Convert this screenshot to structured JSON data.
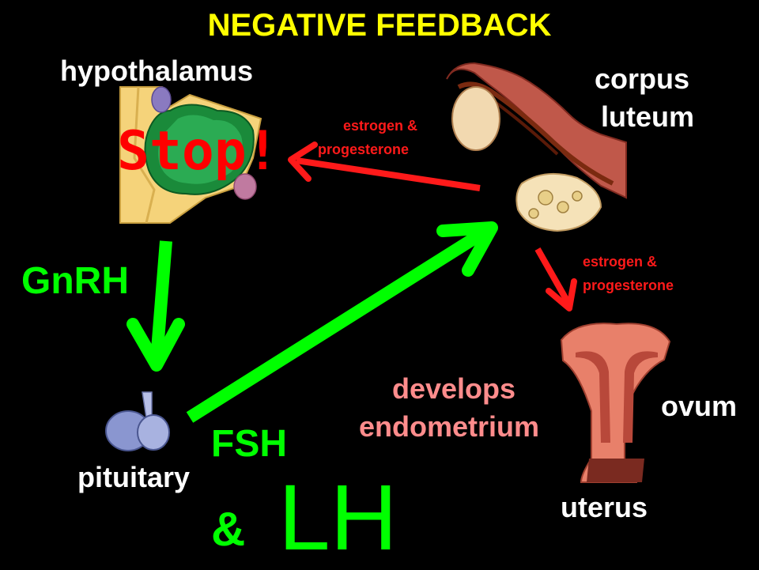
{
  "title": "NEGATIVE FEEDBACK",
  "labels": {
    "hypothalamus": "hypothalamus",
    "corpus_luteum_line1": "corpus",
    "corpus_luteum_line2": "luteum",
    "hormone_feedback_line1": "estrogen &",
    "hormone_feedback_line2": "progesterone",
    "hormone_uterus_line1": "estrogen &",
    "hormone_uterus_line2": "progesterone",
    "gnrh": "GnRH",
    "develops_line1": "develops",
    "develops_line2": "endometrium",
    "ovum": "ovum",
    "fsh": "FSH",
    "pituitary": "pituitary",
    "uterus": "uterus",
    "ampersand": "&",
    "lh": "LH",
    "stop": "Stop!"
  },
  "colors": {
    "background": "#000000",
    "title": "#ffff00",
    "label": "#ffffff",
    "hormone_green": "#00ff00",
    "hormone_red": "#ff1a1a",
    "develops_pink": "#ff8c8c",
    "stop_red": "#ff0000"
  }
}
